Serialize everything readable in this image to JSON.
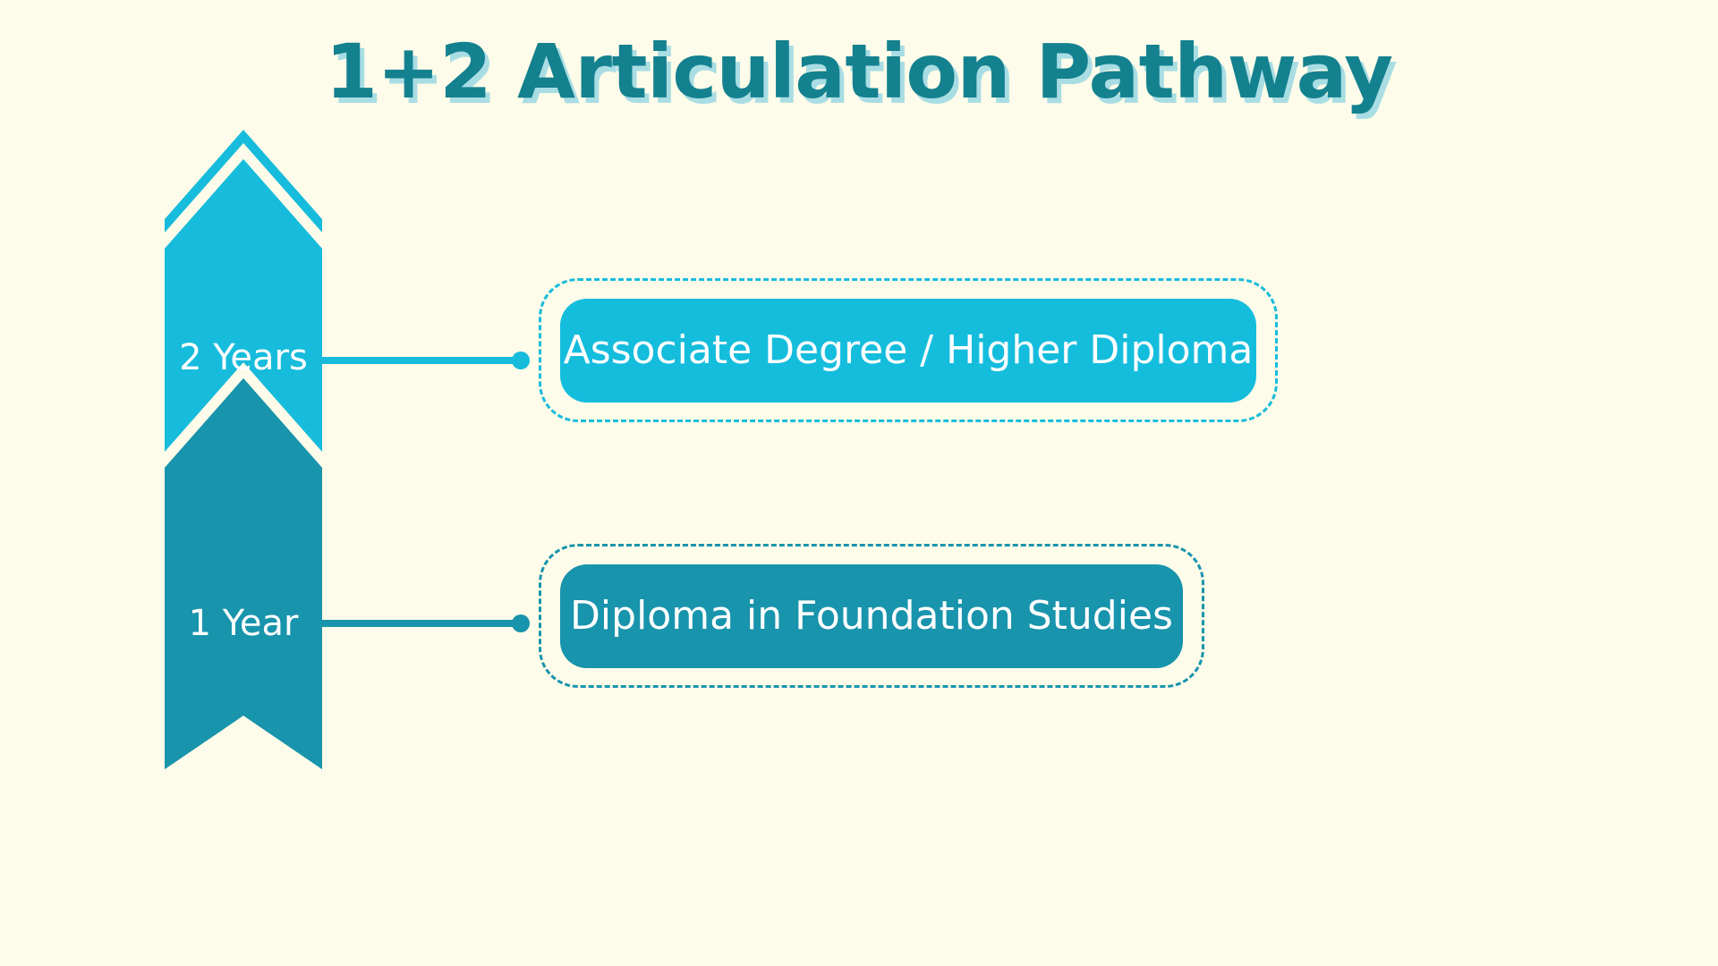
{
  "page": {
    "title": "1+2 Articulation Pathway",
    "background_color": "#FDFBE9"
  },
  "colors": {
    "title_text": "#14818F",
    "title_shadow": "#A9DDE4",
    "light_cyan": "#17BCDC",
    "dark_teal": "#1894AC",
    "card_text": "#FFFFFF",
    "background": "#FDFBE9"
  },
  "arrow": {
    "name": "upward-chevron-stack",
    "segments": [
      {
        "id": "stage-2",
        "label": "2 Years",
        "color": "#17BCDC",
        "chevron_count": 2
      },
      {
        "id": "stage-1",
        "label": "1 Year",
        "color": "#1894AC",
        "chevron_count": 2
      }
    ]
  },
  "steps": [
    {
      "duration_label": "2 Years",
      "card_label": "Associate Degree / Higher Diploma",
      "fill_color": "#15BDDD",
      "border_color": "#17BCDC",
      "connector_color": "#17BCDC"
    },
    {
      "duration_label": "1 Year",
      "card_label": "Diploma in Foundation Studies",
      "fill_color": "#1894AC",
      "border_color": "#1894AC",
      "connector_color": "#1894AC"
    }
  ]
}
